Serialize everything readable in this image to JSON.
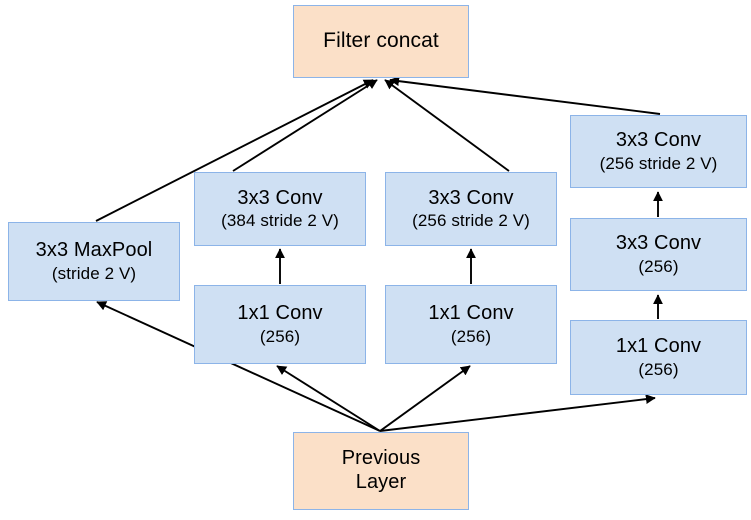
{
  "diagram": {
    "type": "neural-network-architecture",
    "title_text": "",
    "colors": {
      "blue_fill": "#cfe0f3",
      "peach_fill": "#fbe0c8",
      "border": "#8cb4e8",
      "edge": "#000000",
      "background": "#ffffff"
    },
    "nodes": {
      "filter_concat": {
        "title": "Filter concat",
        "sub": ""
      },
      "previous_layer": {
        "title": "Previous",
        "sub": "Layer"
      },
      "maxpool": {
        "title": "3x3 MaxPool",
        "sub": "(stride 2 V)"
      },
      "left_conv_top": {
        "title": "3x3 Conv",
        "sub": "(384 stride 2 V)"
      },
      "left_conv_bottom": {
        "title": "1x1 Conv",
        "sub": "(256)"
      },
      "mid_conv_top": {
        "title": "3x3 Conv",
        "sub": "(256 stride 2 V)"
      },
      "mid_conv_bottom": {
        "title": "1x1 Conv",
        "sub": "(256)"
      },
      "right_conv_top": {
        "title": "3x3 Conv",
        "sub": "(256 stride 2 V)"
      },
      "right_conv_mid": {
        "title": "3x3 Conv",
        "sub": "(256)"
      },
      "right_conv_bottom": {
        "title": "1x1 Conv",
        "sub": "(256)"
      }
    },
    "edges": [
      {
        "from": "maxpool",
        "to": "filter_concat"
      },
      {
        "from": "left_conv_top",
        "to": "filter_concat"
      },
      {
        "from": "mid_conv_top",
        "to": "filter_concat"
      },
      {
        "from": "right_conv_top",
        "to": "filter_concat"
      },
      {
        "from": "left_conv_bottom",
        "to": "left_conv_top"
      },
      {
        "from": "mid_conv_bottom",
        "to": "mid_conv_top"
      },
      {
        "from": "right_conv_mid",
        "to": "right_conv_top"
      },
      {
        "from": "right_conv_bottom",
        "to": "right_conv_mid"
      },
      {
        "from": "previous_layer",
        "to": "maxpool"
      },
      {
        "from": "previous_layer",
        "to": "left_conv_bottom"
      },
      {
        "from": "previous_layer",
        "to": "mid_conv_bottom"
      },
      {
        "from": "previous_layer",
        "to": "right_conv_bottom"
      }
    ]
  }
}
